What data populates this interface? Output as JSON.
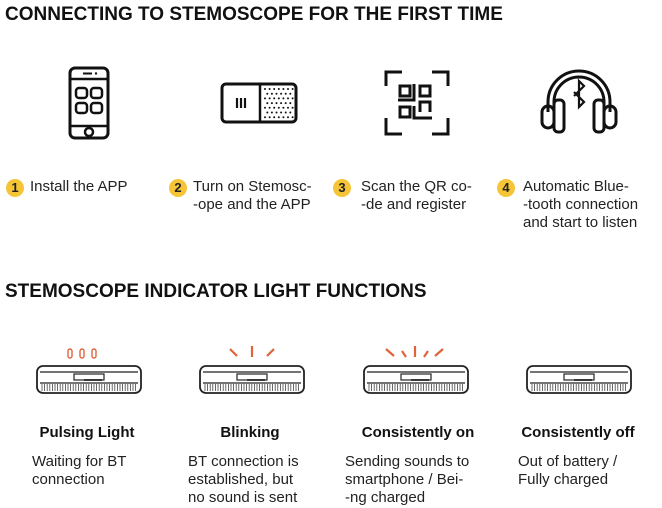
{
  "sections": {
    "connecting_title": "CONNECTING TO STEMOSCOPE FOR THE FIRST TIME",
    "indicator_title": "STEMOSCOPE INDICATOR LIGHT FUNCTIONS"
  },
  "steps": [
    {
      "number": "1",
      "text": "Install the APP",
      "icon": "smartphone-icon"
    },
    {
      "number": "2",
      "text": "Turn on Stemosc-\n-ope and the APP",
      "icon": "stemoscope-device-icon"
    },
    {
      "number": "3",
      "text": "Scan the QR co-\n-de and register",
      "icon": "qr-scan-icon"
    },
    {
      "number": "4",
      "text": "Automatic Blue-\n-tooth connection\nand start to listen",
      "icon": "bluetooth-headphones-icon"
    }
  ],
  "modes": [
    {
      "title": "Pulsing Light",
      "description": "Waiting for BT\nconnection",
      "light": "pulsing"
    },
    {
      "title": "Blinking",
      "description": "BT connection is\nestablished, but\nno sound is sent",
      "light": "blinking"
    },
    {
      "title": "Consistently on",
      "description": "Sending sounds to\nsmartphone / Bei-\n-ng charged",
      "light": "on"
    },
    {
      "title": "Consistently off",
      "description": "Out of battery /\nFully charged",
      "light": "off"
    }
  ],
  "colors": {
    "badge": "#f5c537",
    "light": "#e0633a"
  }
}
